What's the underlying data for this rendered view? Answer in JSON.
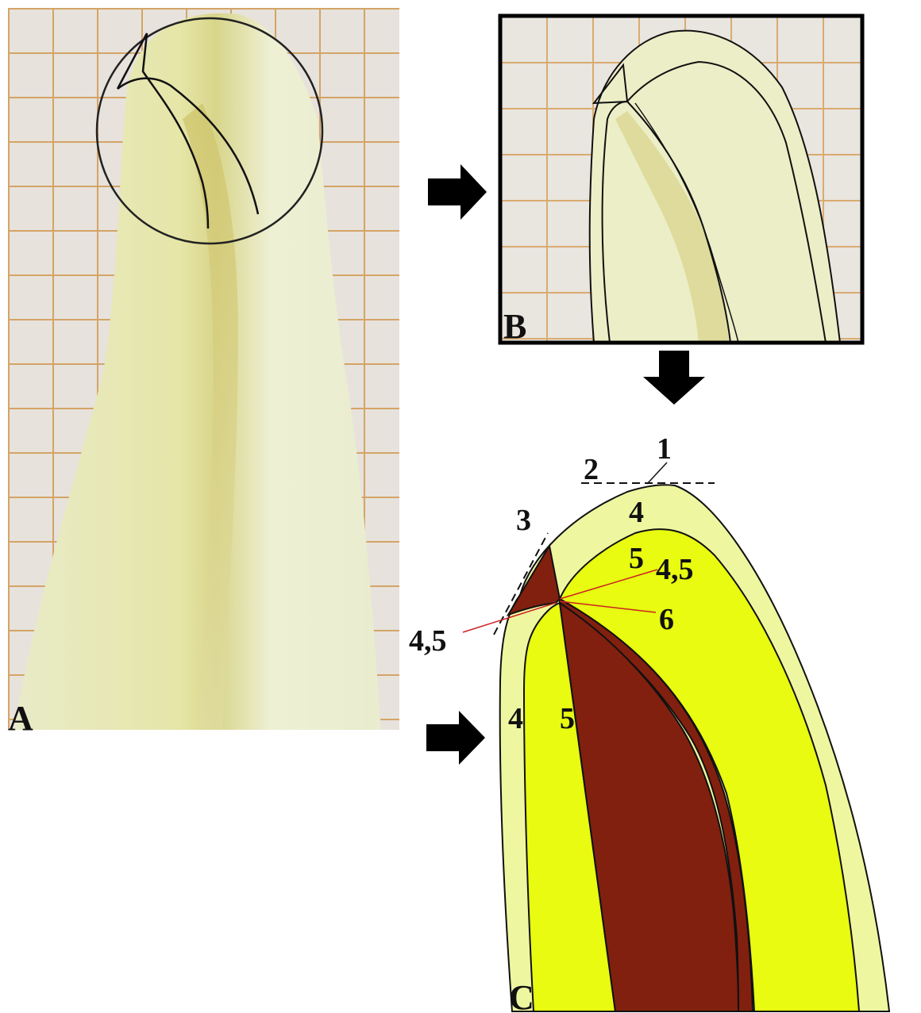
{
  "panels": {
    "a": {
      "letter": "A"
    },
    "b": {
      "letter": "B"
    },
    "c": {
      "letter": "C"
    }
  },
  "labels": {
    "l1": "1",
    "l2": "2",
    "l3": "3",
    "l4_top": "4",
    "l5_top": "5",
    "l45_right": "4,5",
    "l6": "6",
    "l45_left": "4,5",
    "l4_bottom": "4",
    "l5_bottom": "5"
  },
  "colors": {
    "pale_yellow": "#eef7a0",
    "bright_yellow": "#e8fb10",
    "dark_red": "#82200f",
    "leader_red": "#cc2222",
    "grid_orange": "#d4a466",
    "photo_bg": "#e9e4dd",
    "petal": "#eeefd2"
  }
}
